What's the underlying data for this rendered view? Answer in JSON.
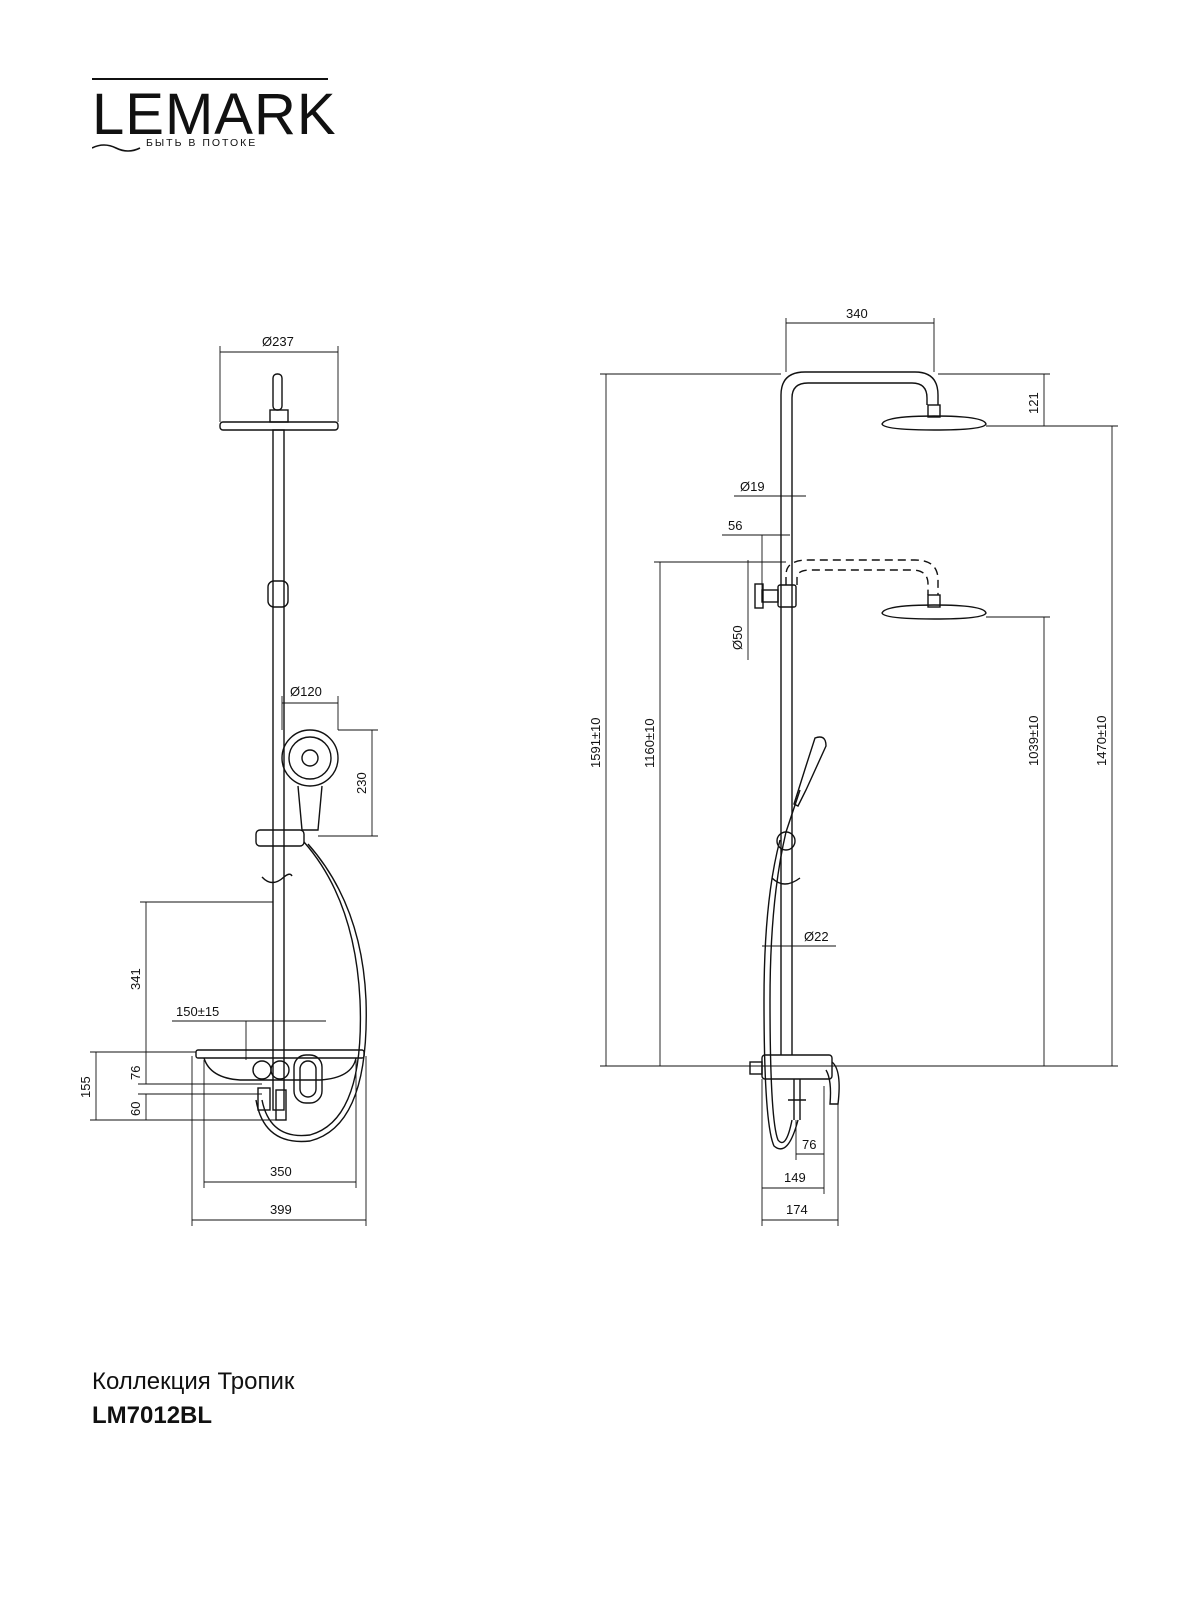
{
  "brand": {
    "name": "LEMARK",
    "tagline": "БЫТЬ В ПОТОКЕ"
  },
  "front_view": {
    "dimensions": {
      "head_diameter": "Ø237",
      "hand_shower_diameter": "Ø120",
      "hand_shower_height": "230",
      "holder_height": "341",
      "mixer_spacing": "150±15",
      "total_height": "155",
      "upper_height": "76",
      "lower_height": "60",
      "shelf_width": "350",
      "total_width": "399"
    }
  },
  "side_view": {
    "dimensions": {
      "arm_length": "340",
      "head_drop": "121",
      "pipe_diameter": "Ø19",
      "bracket_offset": "56",
      "bracket_diameter": "Ø50",
      "total_height": "1591±10",
      "low_bracket_height": "1160±10",
      "low_head_height": "1039±10",
      "high_head_height": "1470±10",
      "lower_pipe_diameter": "Ø22",
      "spout_depth": "76",
      "body_depth": "149",
      "total_depth": "174"
    }
  },
  "footer": {
    "collection": "Коллекция Тропик",
    "model": "LM7012BL"
  }
}
